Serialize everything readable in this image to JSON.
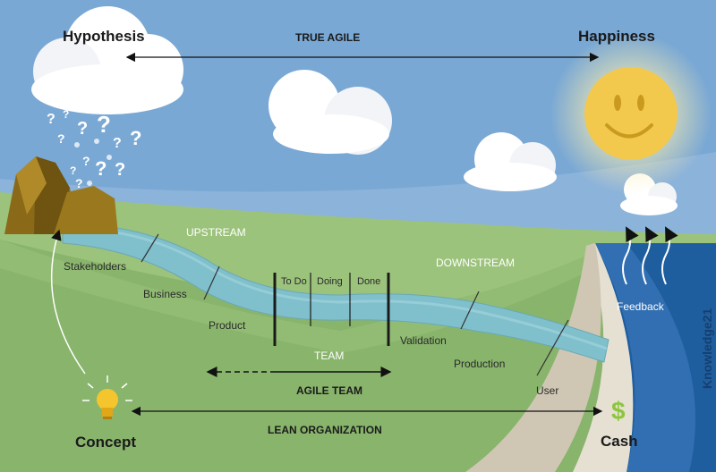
{
  "labels": {
    "hypothesis": "Hypothesis",
    "true_agile": "TRUE AGILE",
    "happiness": "Happiness",
    "upstream": "UPSTREAM",
    "downstream": "DOWNSTREAM",
    "stakeholders": "Stakeholders",
    "business": "Business",
    "product": "Product",
    "todo": "To Do",
    "doing": "Doing",
    "done": "Done",
    "team": "TEAM",
    "agile_team": "AGILE TEAM",
    "validation": "Validation",
    "production": "Production",
    "user": "User",
    "feedback": "Feedback",
    "lean_organization": "LEAN ORGANIZATION",
    "concept": "Concept",
    "cash": "Cash",
    "watermark": "Knowledge21",
    "dollar": "$",
    "q1": "?",
    "q2": "?",
    "q3": "?",
    "q4": "?",
    "q5": "?",
    "q6": "?",
    "q7": "?",
    "q8": "?",
    "q9": "?",
    "q10": "?",
    "q11": "?",
    "q12": "?"
  },
  "colors": {
    "sky": "#7aa8d4",
    "hill_light": "#9cc37c",
    "hill_dark": "#88b46c",
    "river": "#7fc0cc",
    "sea": "#1f5e9e",
    "sun": "#f2c94c",
    "rock": "#8a6a18"
  }
}
